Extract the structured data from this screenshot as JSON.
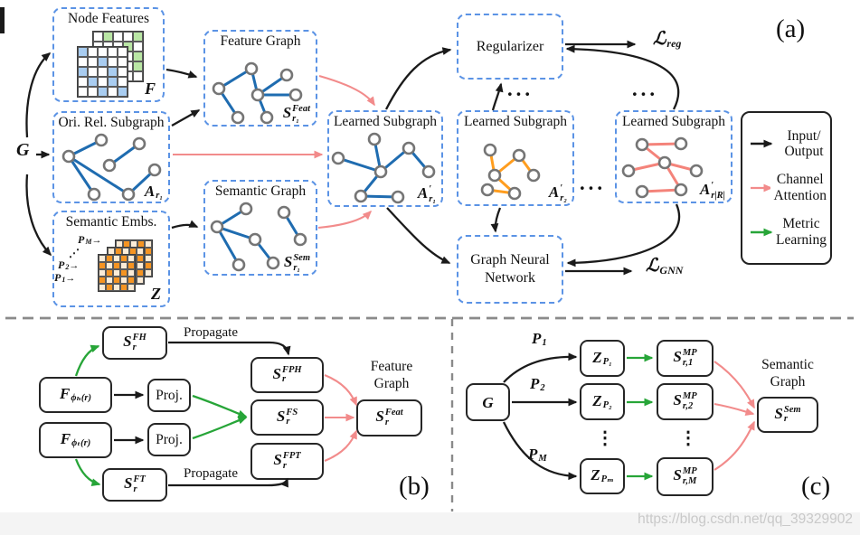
{
  "glyphs": {
    "hdots": "···",
    "vdots": "⋮",
    "ddots": "⋰",
    "rarrow": "→"
  },
  "colors": {
    "dashed_box": "#5b93e5",
    "edge_blue": "#1f6cb0",
    "edge_orange": "#ff9d1e",
    "edge_red": "#f4837a",
    "arrow_black": "#1a1a1a",
    "arrow_pink": "#f28b8b",
    "arrow_green": "#27a538",
    "node_fill": "#ffffff",
    "node_stroke": "#757575",
    "matrix_blue": "#a9cdf1",
    "matrix_green": "#b9e6a4",
    "matrix_orange": "#f59422"
  },
  "watermark": "https://blog.csdn.net/qq_39329902",
  "panel_a": {
    "label": "(a)",
    "g_label": "G",
    "node_features": {
      "title": "Node Features",
      "corner": "F"
    },
    "ori_rel": {
      "title": "Ori. Rel. Subgraph",
      "corner": {
        "base": "A",
        "sub": "r₁"
      }
    },
    "semantic_embs": {
      "title": "Semantic Embs.",
      "corner": "Z",
      "p_m": {
        "base": "P",
        "sub": "M"
      },
      "p_2": {
        "base": "P",
        "sub": "2"
      },
      "p_1": {
        "base": "P",
        "sub": "1"
      }
    },
    "feature_graph": {
      "title": "Feature Graph",
      "corner": {
        "base": "S",
        "sup": "Feat",
        "sub": "r₁"
      }
    },
    "semantic_graph": {
      "title": "Semantic Graph",
      "corner": {
        "base": "S",
        "sup": "Sem",
        "sub": "r₁"
      }
    },
    "learned_1": {
      "title": "Learned Subgraph",
      "corner": {
        "base": "A",
        "sup": "′",
        "sub": "r₁"
      }
    },
    "learned_2": {
      "title": "Learned Subgraph",
      "corner": {
        "base": "A",
        "sup": "′",
        "sub": "r₂"
      }
    },
    "learned_3": {
      "title": "Learned Subgraph",
      "corner": {
        "base": "A",
        "sup": "′",
        "sub": "r|R|"
      }
    },
    "regularizer": {
      "title": "Regularizer"
    },
    "gnn": {
      "line1": "Graph Neural",
      "line2": "Network"
    },
    "loss_reg": {
      "base": "ℒ",
      "sub": "reg"
    },
    "loss_gnn": {
      "base": "ℒ",
      "sub": "GNN"
    },
    "legend": {
      "items": [
        {
          "line1": "Input/",
          "line2": "Output"
        },
        {
          "line1": "Channel",
          "line2": "Attention"
        },
        {
          "line1": "Metric",
          "line2": "Learning"
        }
      ]
    }
  },
  "panel_b": {
    "label": "(b)",
    "propagate_top": "Propagate",
    "propagate_bottom": "Propagate",
    "s_fh": {
      "base": "S",
      "sup": "FH",
      "sub": "r"
    },
    "f_h": {
      "base": "F",
      "sub": "ϕₕ(r)"
    },
    "f_t": {
      "base": "F",
      "sub": "ϕₜ(r)"
    },
    "proj_1": "Proj.",
    "proj_2": "Proj.",
    "s_fph": {
      "base": "S",
      "sup": "FPH",
      "sub": "r"
    },
    "s_fs": {
      "base": "S",
      "sup": "FS",
      "sub": "r"
    },
    "s_fpt": {
      "base": "S",
      "sup": "FPT",
      "sub": "r"
    },
    "s_ft": {
      "base": "S",
      "sup": "FT",
      "sub": "r"
    },
    "caption": {
      "line1": "Feature",
      "line2": "Graph"
    },
    "s_feat": {
      "base": "S",
      "sup": "Feat",
      "sub": "r"
    }
  },
  "panel_c": {
    "label": "(c)",
    "g": "G",
    "p_1": {
      "base": "P",
      "sub": "1"
    },
    "p_2": {
      "base": "P",
      "sub": "2"
    },
    "p_m": {
      "base": "P",
      "sub": "M"
    },
    "z_1": {
      "base": "Z",
      "sub": "P₁"
    },
    "z_2": {
      "base": "Z",
      "sub": "P₂"
    },
    "z_m": {
      "base": "Z",
      "sub": "Pₘ"
    },
    "s_1": {
      "base": "S",
      "sup": "MP",
      "sub": "r,1"
    },
    "s_2": {
      "base": "S",
      "sup": "MP",
      "sub": "r,2"
    },
    "s_m": {
      "base": "S",
      "sup": "MP",
      "sub": "r,M"
    },
    "caption": {
      "line1": "Semantic",
      "line2": "Graph"
    },
    "s_sem": {
      "base": "S",
      "sup": "Sem",
      "sub": "r"
    }
  },
  "grids": {
    "nf_back": {
      "rows": 5,
      "cols": 5,
      "cell": 11,
      "base": "#ffffff",
      "hl": "#b9e6a4",
      "highlights": [
        [
          0,
          1
        ],
        [
          0,
          4
        ],
        [
          1,
          3
        ],
        [
          2,
          4
        ],
        [
          3,
          4
        ]
      ]
    },
    "nf_front": {
      "rows": 5,
      "cols": 5,
      "cell": 11,
      "base": "#ffffff",
      "hl": "#a9cdf1",
      "highlights": [
        [
          0,
          0
        ],
        [
          1,
          2
        ],
        [
          2,
          0
        ],
        [
          2,
          3
        ],
        [
          3,
          1
        ],
        [
          3,
          3
        ],
        [
          4,
          2
        ],
        [
          4,
          4
        ]
      ]
    },
    "sem": {
      "rows": 5,
      "cols": 5,
      "cell": 8,
      "base": "#fcecd7",
      "hl": "#f59422",
      "highlights": [
        [
          0,
          1
        ],
        [
          0,
          3
        ],
        [
          1,
          0
        ],
        [
          1,
          2
        ],
        [
          1,
          4
        ],
        [
          2,
          1
        ],
        [
          2,
          3
        ],
        [
          3,
          0
        ],
        [
          3,
          2
        ],
        [
          3,
          4
        ],
        [
          4,
          1
        ],
        [
          4,
          3
        ]
      ]
    }
  }
}
